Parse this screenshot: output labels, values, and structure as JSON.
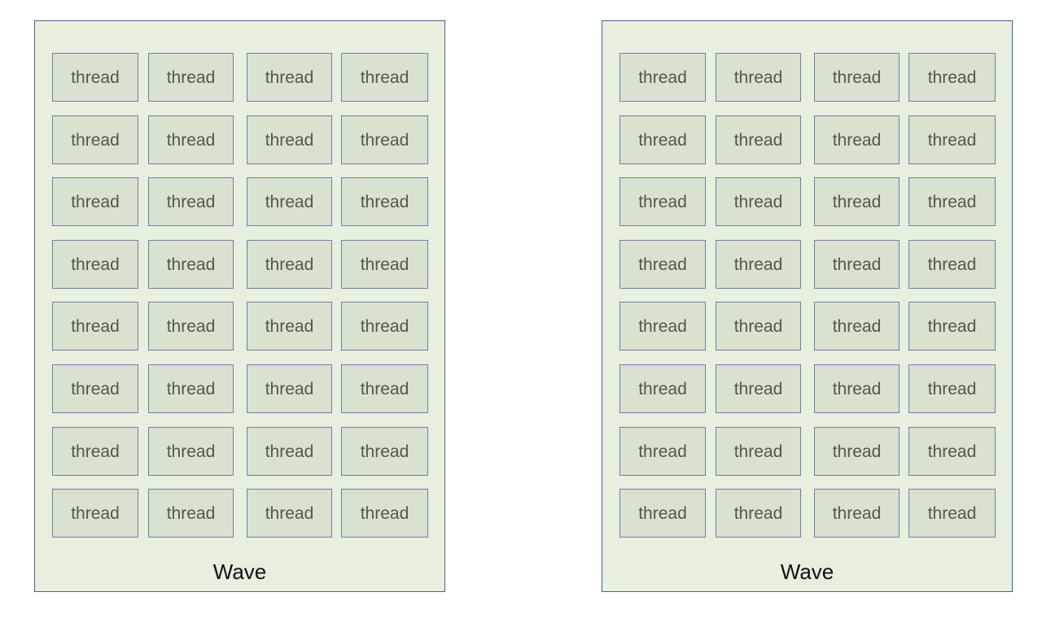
{
  "waves": [
    {
      "label": "Wave",
      "threads": [
        [
          "thread",
          "thread",
          "thread",
          "thread"
        ],
        [
          "thread",
          "thread",
          "thread",
          "thread"
        ],
        [
          "thread",
          "thread",
          "thread",
          "thread"
        ],
        [
          "thread",
          "thread",
          "thread",
          "thread"
        ],
        [
          "thread",
          "thread",
          "thread",
          "thread"
        ],
        [
          "thread",
          "thread",
          "thread",
          "thread"
        ],
        [
          "thread",
          "thread",
          "thread",
          "thread"
        ],
        [
          "thread",
          "thread",
          "thread",
          "thread"
        ]
      ]
    },
    {
      "label": "Wave",
      "threads": [
        [
          "thread",
          "thread",
          "thread",
          "thread"
        ],
        [
          "thread",
          "thread",
          "thread",
          "thread"
        ],
        [
          "thread",
          "thread",
          "thread",
          "thread"
        ],
        [
          "thread",
          "thread",
          "thread",
          "thread"
        ],
        [
          "thread",
          "thread",
          "thread",
          "thread"
        ],
        [
          "thread",
          "thread",
          "thread",
          "thread"
        ],
        [
          "thread",
          "thread",
          "thread",
          "thread"
        ],
        [
          "thread",
          "thread",
          "thread",
          "thread"
        ]
      ]
    }
  ],
  "colors": {
    "wave_fill": "#e7efdf",
    "wave_border": "#4a5f96",
    "thread_fill": "#d9e2cf",
    "thread_border": "#6d7fa6",
    "thread_text": "#4e5a46"
  }
}
